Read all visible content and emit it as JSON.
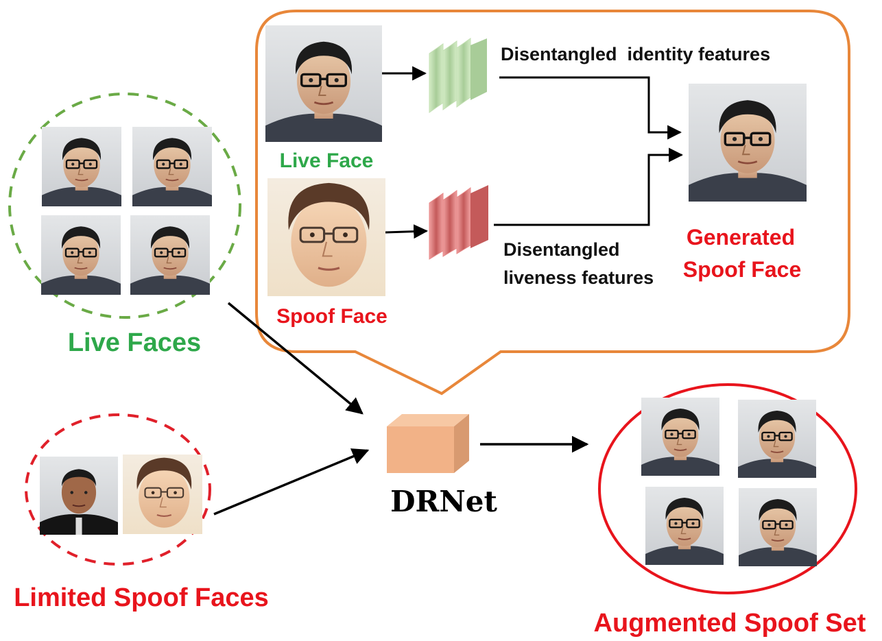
{
  "labels": {
    "live_faces": "Live Faces",
    "limited_spoof_faces": "Limited Spoof Faces",
    "augmented_spoof_set": "Augmented Spoof Set",
    "drnet": "DRNet",
    "live_face": "Live Face",
    "spoof_face": "Spoof Face",
    "identity_features": "Disentangled  identity features",
    "liveness_features_line1": "Disentangled",
    "liveness_features_line2": "liveness features",
    "generated_line1": "Generated",
    "generated_line2": "Spoof Face"
  },
  "colors": {
    "green": "#2ea84a",
    "red": "#e8141c",
    "orange": "#e8873a",
    "live_dashed_circle": "#6aaa46",
    "spoof_dashed_circle": "#e0202a",
    "drnet_box": "#f2b287",
    "identity_feature_block": "#c4e0b4",
    "liveness_feature_block": "#e88a8a"
  }
}
